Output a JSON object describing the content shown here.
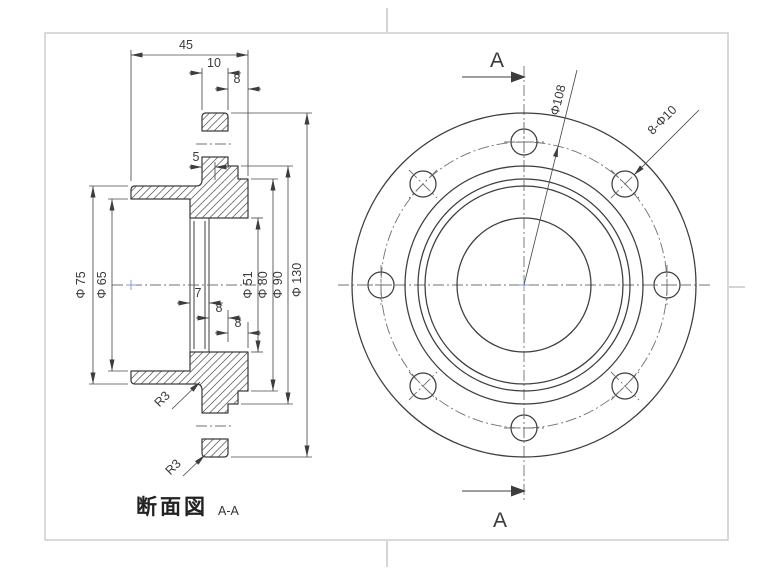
{
  "colors": {
    "line": "#3d3d3d",
    "centerline": "#707070",
    "frame": "#c9c9c9",
    "origin_marker": "#8a96e8",
    "background": "#ffffff"
  },
  "section_view": {
    "caption": "断面図",
    "caption_detail": "A-A",
    "dims": {
      "overall_length": "45",
      "flange_thickness": "10",
      "boss_length": "8",
      "wall_offset": "5",
      "web_thickness": "7",
      "mid_length": "8",
      "end_length": "8",
      "hub_dia": "Φ 75",
      "counterbore_dia": "Φ 65",
      "bore_dia": "Φ 51",
      "spigot_dia": "Φ 80",
      "boss_dia": "Φ 90",
      "flange_dia": "Φ 130",
      "fillet_hub": "R3",
      "fillet_rim": "R3"
    }
  },
  "front_view": {
    "section_label_top": "A",
    "section_label_bottom": "A",
    "bolt_circle_dia": "Φ108",
    "bolt_holes": "8-Φ10"
  }
}
